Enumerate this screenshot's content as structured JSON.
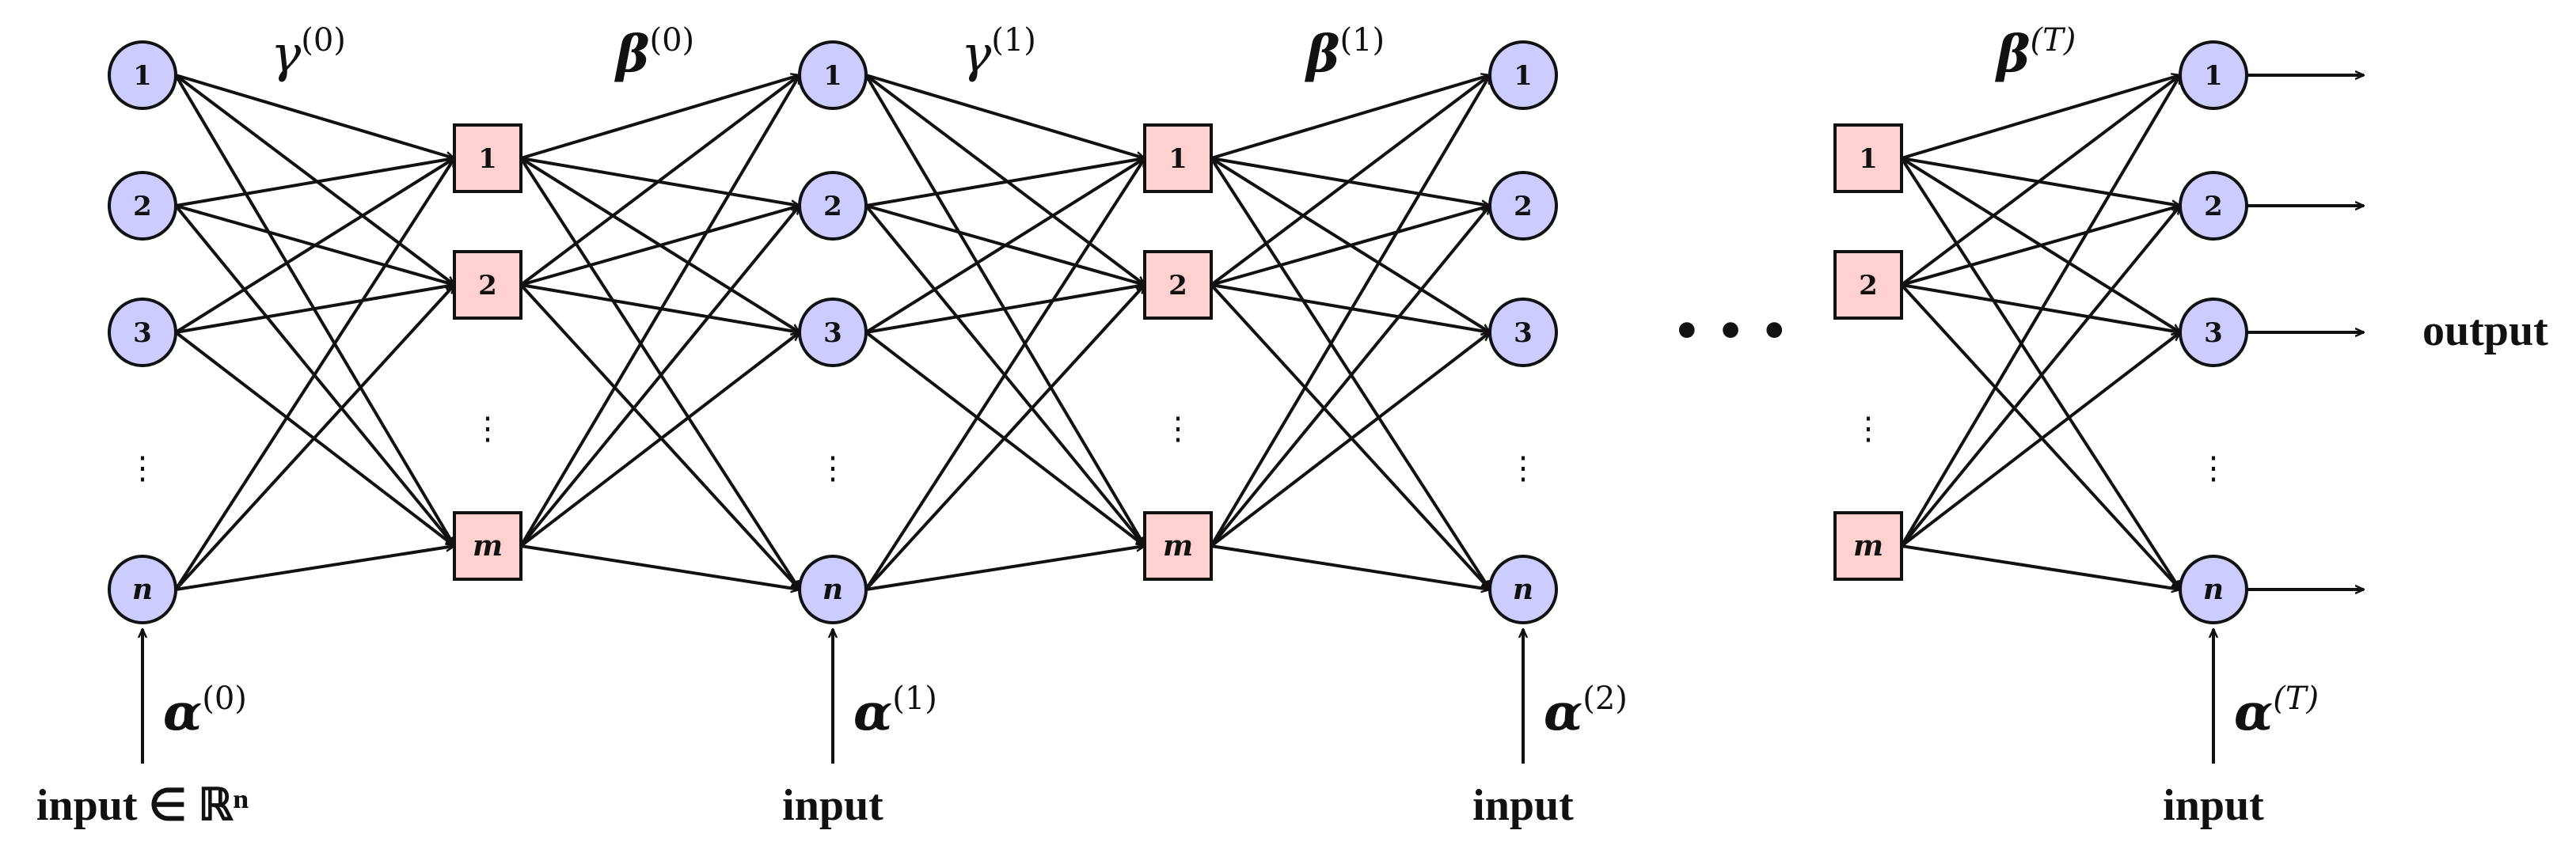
{
  "diagram": {
    "colors": {
      "circle_fill": "#ccccff",
      "square_fill": "#ffd0d0",
      "stroke": "#111111"
    },
    "circle_labels": [
      "1",
      "2",
      "3",
      "n"
    ],
    "square_labels": [
      "1",
      "2",
      "m"
    ],
    "vertical_ellipsis": "⋮",
    "horizontal_ellipsis": "• • •",
    "params": {
      "gamma0": {
        "sym": "γ",
        "sup": "(0)"
      },
      "beta0": {
        "sym": "β",
        "sup": "(0)"
      },
      "gamma1": {
        "sym": "γ",
        "sup": "(1)"
      },
      "beta1": {
        "sym": "β",
        "sup": "(1)"
      },
      "betaT": {
        "sym": "β",
        "sup": "(T)"
      },
      "alpha0": {
        "sym": "α",
        "sup": "(0)"
      },
      "alpha1": {
        "sym": "α",
        "sup": "(1)"
      },
      "alpha2": {
        "sym": "α",
        "sup": "(2)"
      },
      "alphaT": {
        "sym": "α",
        "sup": "(T)"
      }
    },
    "inputs": {
      "first": "input ∈ ℝⁿ",
      "input": "input"
    },
    "output_label": "output"
  }
}
